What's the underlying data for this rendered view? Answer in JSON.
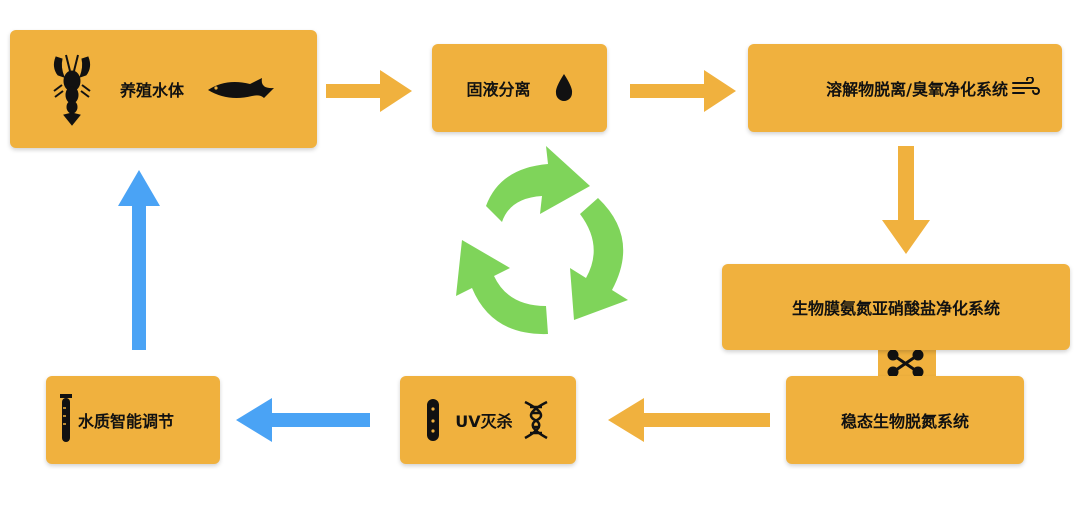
{
  "colors": {
    "box": "#f0b13e",
    "orange_arrow": "#f0b13e",
    "blue_arrow": "#4aa3f5",
    "cycle": "#7fd45a"
  },
  "nodes": {
    "aquaculture": "养殖水体",
    "solid_liquid": "固液分离",
    "degassing": "溶解物脱离/臭氧净化系统",
    "biofilm": "生物膜氨氮亚硝酸盐净化系统",
    "stable_bio": "稳态生物脱氮系统",
    "uv": "UV灭杀",
    "water_quality": "水质智能调节"
  },
  "icons": {
    "aquaculture_left": "lobster-icon",
    "aquaculture_right": "fish-icon",
    "solid_liquid": "droplet-icon",
    "degassing": "wind-icon",
    "connector": "molecule-icon",
    "uv_left": "bacteria-icon",
    "uv_right": "dna-icon",
    "water_quality": "test-tube-icon",
    "center": "recycle-cycle-icon"
  }
}
